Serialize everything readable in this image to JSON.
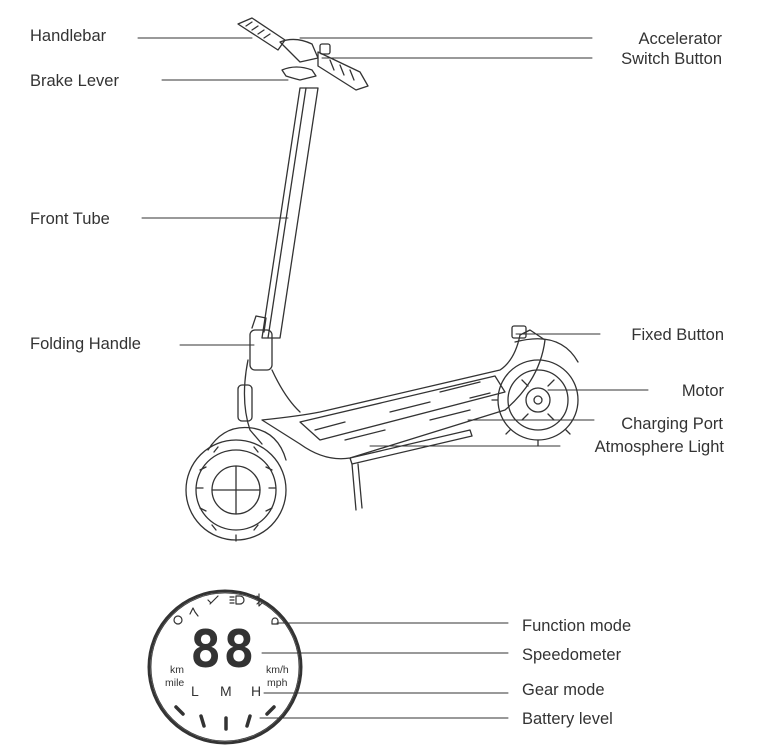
{
  "scooter_labels": {
    "handlebar": "Handlebar",
    "brake_lever": "Brake Lever",
    "front_tube": "Front Tube",
    "folding_handle": "Folding Handle",
    "accelerator": "Accelerator",
    "switch_button": "Switch Button",
    "fixed_button": "Fixed Button",
    "motor": "Motor",
    "charging_port": "Charging Port",
    "atmosphere_light": "Atmosphere Light"
  },
  "display_labels": {
    "function_mode": "Function mode",
    "speedometer": "Speedometer",
    "gear_mode": "Gear mode",
    "battery_level": "Battery level"
  },
  "display": {
    "digits": "88",
    "unit_left_top": "km",
    "unit_left_bottom": "mile",
    "unit_right_top": "km/h",
    "unit_right_bottom": "mph",
    "gear_low": "L",
    "gear_mid": "M",
    "gear_high": "H"
  },
  "colors": {
    "line": "#333333",
    "background": "#ffffff"
  }
}
